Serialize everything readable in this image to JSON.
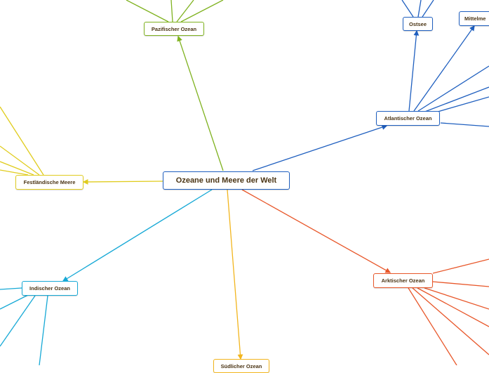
{
  "mindmap": {
    "center": {
      "label": "Ozeane und Meere der Welt",
      "color": "#1f5fbf"
    },
    "branches": [
      {
        "key": "pazifisch",
        "label": "Pazifischer Ozean",
        "color": "#7fb21f"
      },
      {
        "key": "atlantisch",
        "label": "Atlantischer Ozean",
        "color": "#1f5fbf"
      },
      {
        "key": "ostsee",
        "label": "Ostsee",
        "color": "#1f5fbf"
      },
      {
        "key": "mittelmeer",
        "label": "Mittelme",
        "color": "#1f5fbf"
      },
      {
        "key": "festlaendisch",
        "label": "Festländische Meere",
        "color": "#e0cc1e"
      },
      {
        "key": "indisch",
        "label": "Indischer Ozean",
        "color": "#17a9d6"
      },
      {
        "key": "suedlich",
        "label": "Südlicher Ozean",
        "color": "#f2b51d"
      },
      {
        "key": "arktisch",
        "label": "Arktischer Ozean",
        "color": "#e8572a"
      }
    ]
  }
}
